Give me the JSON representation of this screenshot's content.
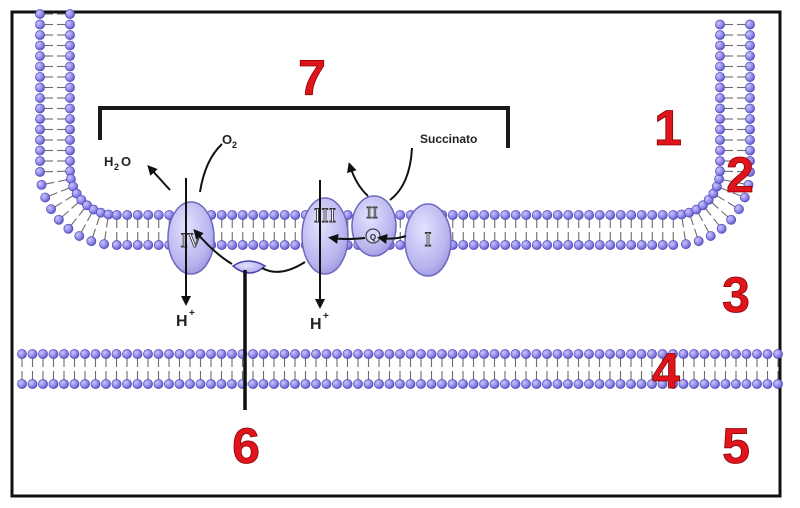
{
  "labels": {
    "n1": "1",
    "n2": "2",
    "n3": "3",
    "n4": "4",
    "n5": "5",
    "n6": "6",
    "n7": "7"
  },
  "complexes": {
    "c1": "I",
    "c2": "II",
    "c3": "III",
    "c4": "IV",
    "q": "Q"
  },
  "chemicals": {
    "succinate": "Succinato",
    "water_main": "H",
    "water_sub": "2",
    "water_tail": "O",
    "oxygen_main": "O",
    "oxygen_sub": "2",
    "proton_left_main": "H",
    "proton_left_sup": "+",
    "proton_right_main": "H",
    "proton_right_sup": "+"
  },
  "colors": {
    "head": "#8f88e8",
    "head_edge": "#4a40b0",
    "protein": "#b8b4ee",
    "protein_edge": "#6e68c0",
    "label_red": "#e0141c"
  }
}
